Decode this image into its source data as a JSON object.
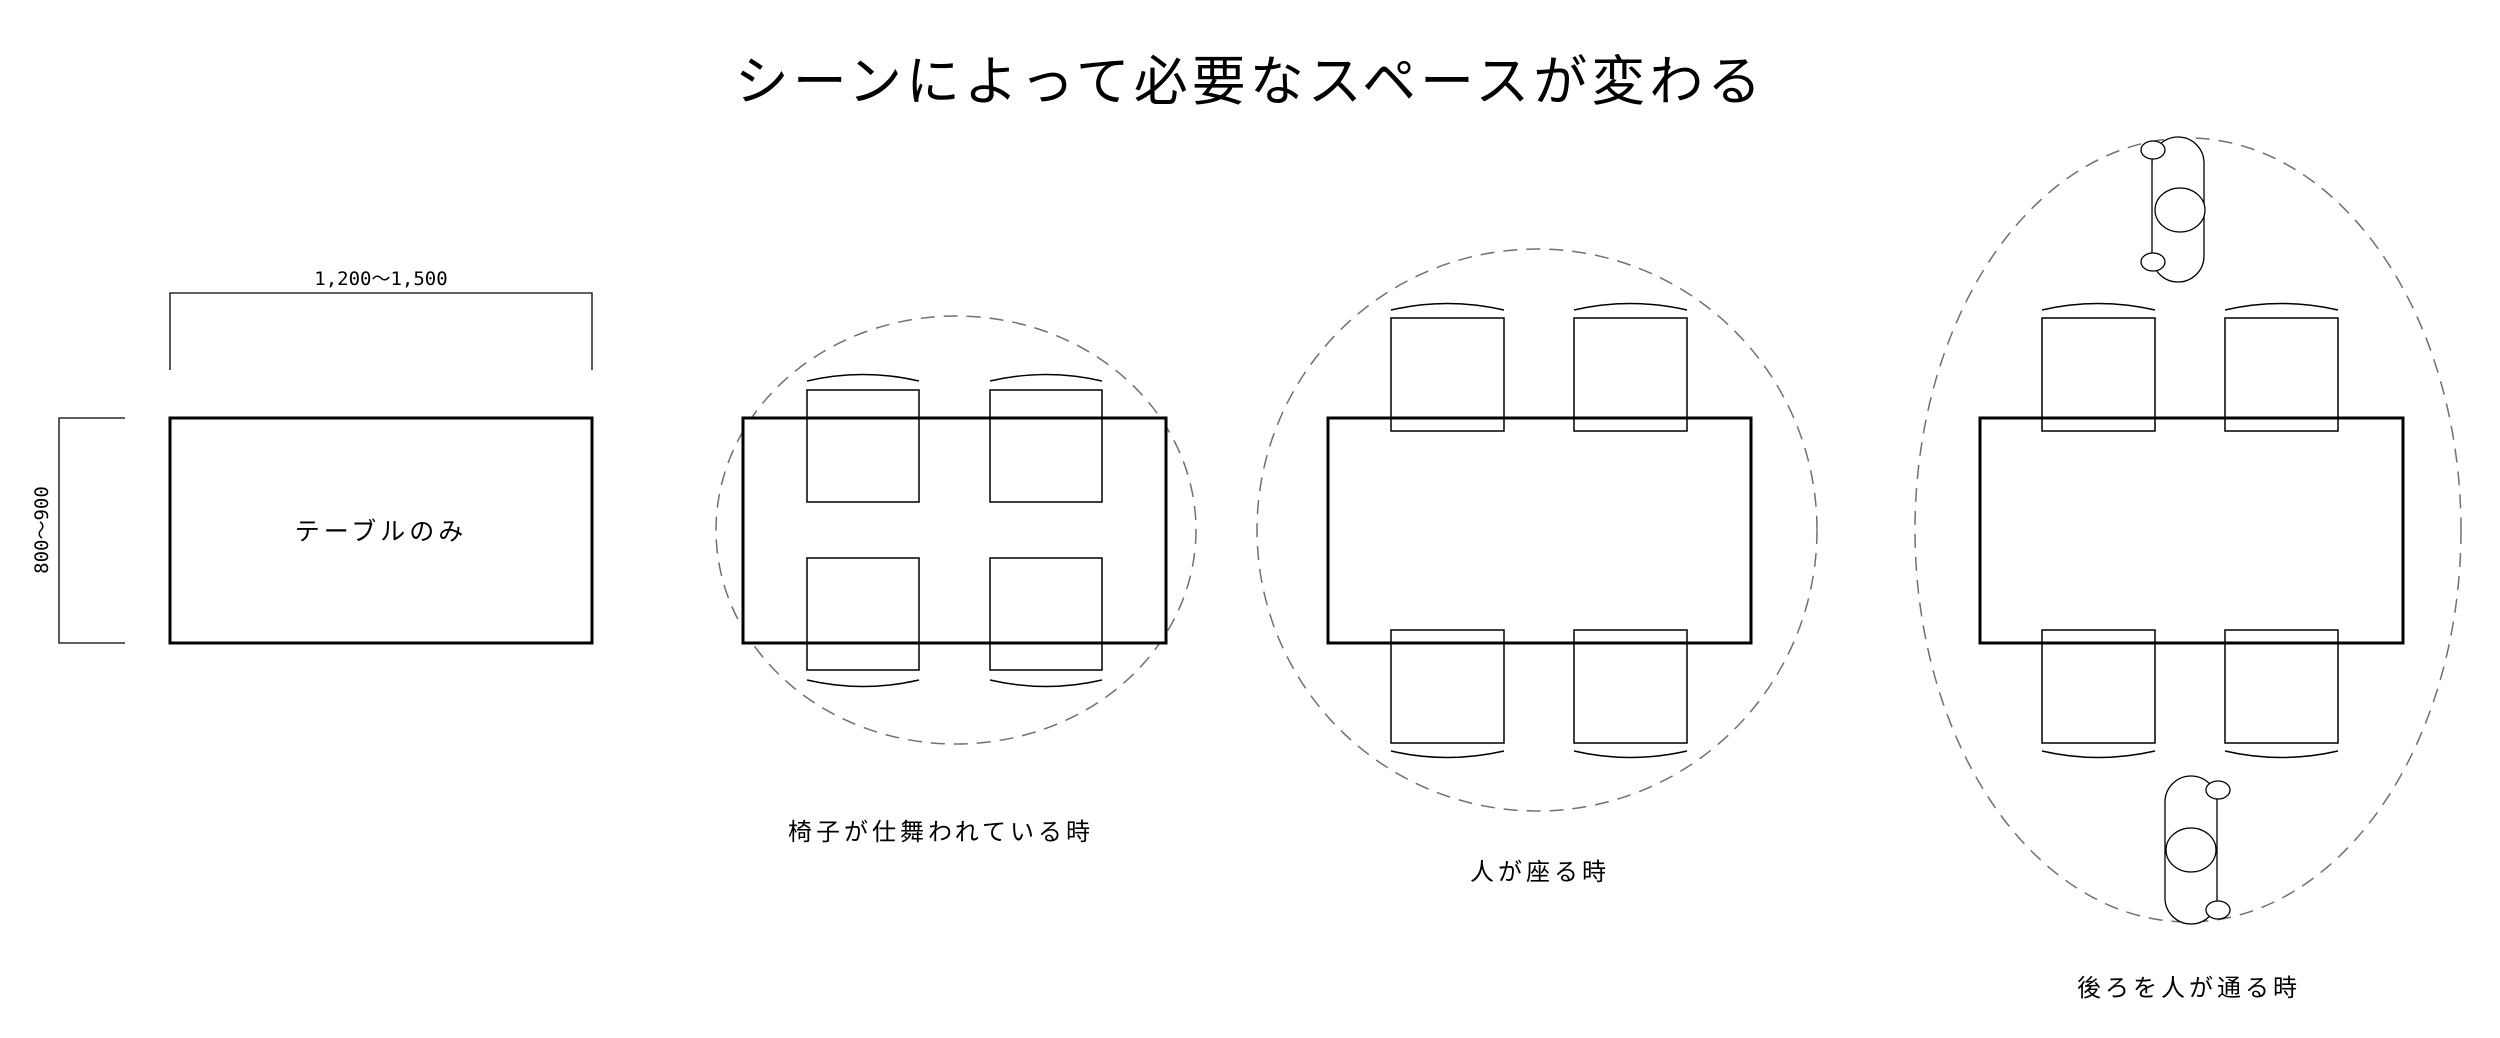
{
  "title": "シーンによって必要なスペースが変わる",
  "dimensions": {
    "width": "1,200〜1,500",
    "depth": "800〜900"
  },
  "scenes": [
    {
      "id": "table-only",
      "label": "テーブルのみ"
    },
    {
      "id": "chairs-stored",
      "label": "椅子が仕舞われている時"
    },
    {
      "id": "people-seated",
      "label": "人が座る時"
    },
    {
      "id": "people-passing",
      "label": "後ろを人が通る時"
    }
  ],
  "colors": {
    "line": "#000000",
    "zone_dash": "#707070",
    "background": "#ffffff"
  }
}
